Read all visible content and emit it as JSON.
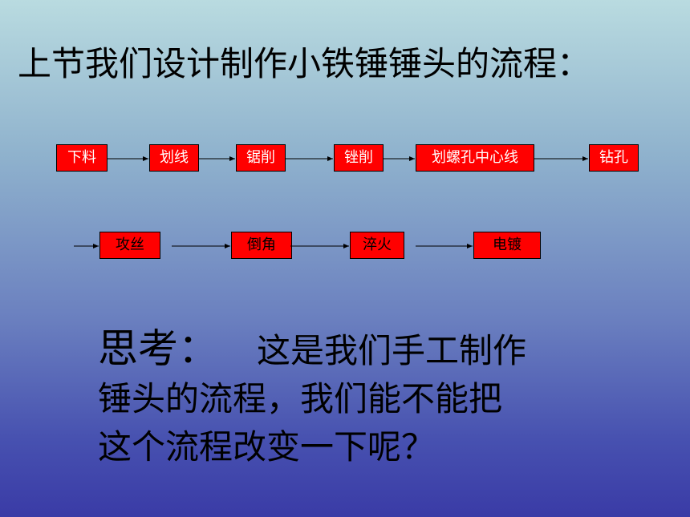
{
  "title": "上节我们设计制作小铁锤锤头的流程：",
  "flow_row1": [
    "下料",
    "划线",
    "锯削",
    "锉削",
    "划螺孔中心线",
    "钻孔"
  ],
  "flow_row2": [
    "攻丝",
    "倒角",
    "淬火",
    "电镀"
  ],
  "question": {
    "heading": "思考：",
    "line1": "这是我们手工制作",
    "line2": "锤头的流程，我们能不能把",
    "line3": "这个流程改变一下呢？"
  },
  "colors": {
    "box_fill": "#ff0000",
    "row1_text": "#ffffff",
    "row2_text": "#000000"
  }
}
